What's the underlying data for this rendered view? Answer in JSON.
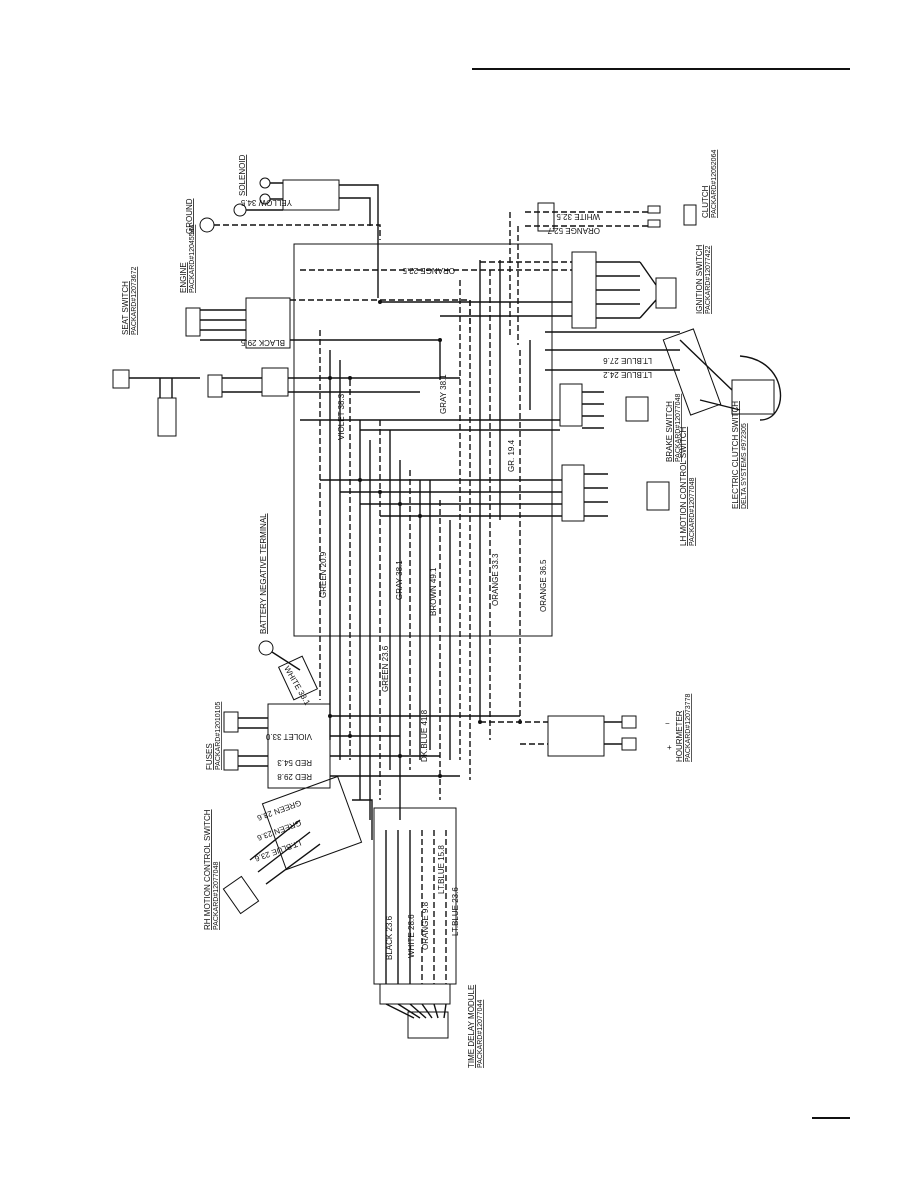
{
  "components": [
    {
      "id": "solenoid",
      "label": "SOLENOID"
    },
    {
      "id": "ground",
      "label": "GROUND"
    },
    {
      "id": "seat_switch",
      "label": "SEAT SWITCH",
      "part": "PACKARD#12073672"
    },
    {
      "id": "engine",
      "label": "ENGINE",
      "part": "PACKARD#12045544"
    },
    {
      "id": "battery_negative",
      "label": "BATTERY NEGATIVE TERMINAL"
    },
    {
      "id": "fuses",
      "label": "FUSES",
      "part": "PACKARD#12010105"
    },
    {
      "id": "rh_motion",
      "label": "RH MOTION CONTROL SWITCH",
      "part": "PACKARD#12077048"
    },
    {
      "id": "time_delay",
      "label": "TIME DELAY MODULE",
      "part": "PACKARD#12077044"
    },
    {
      "id": "clutch",
      "label": "CLUTCH",
      "part": "PACKARD#12052064"
    },
    {
      "id": "ignition",
      "label": "IGNITION SWITCH",
      "part": "PACKARD#12077422"
    },
    {
      "id": "brake",
      "label": "BRAKE SWITCH",
      "part": "PACKARD#12077048"
    },
    {
      "id": "electric_clutch",
      "label": "ELECTRIC CLUTCH SWITCH",
      "part": "DELTA SYSTEMS #972305"
    },
    {
      "id": "lh_motion",
      "label": "LH MOTION CONTROL SWITCH",
      "part": "PACKARD#12077048"
    },
    {
      "id": "hourmeter",
      "label": "HOURMETER",
      "part": "PACKARD#12073778"
    }
  ],
  "wires": [
    {
      "id": "w_yellow",
      "label": "YELLOW 34.5"
    },
    {
      "id": "w_white325",
      "label": "WHITE 32.5"
    },
    {
      "id": "w_orange527",
      "label": "ORANGE 52.7"
    },
    {
      "id": "w_orange225",
      "label": "ORANGE 22.5"
    },
    {
      "id": "w_black295",
      "label": "BLACK 29.5"
    },
    {
      "id": "w_ltblue276",
      "label": "LT.BLUE 27.6"
    },
    {
      "id": "w_ltblue242",
      "label": "LT.BLUE 24.2"
    },
    {
      "id": "w_gray381a",
      "label": "GRAY 38.1"
    },
    {
      "id": "w_violet383",
      "label": "VIOLET 38.3"
    },
    {
      "id": "w_gr194",
      "label": "GR. 19.4"
    },
    {
      "id": "w_green209",
      "label": "GREEN 20.9"
    },
    {
      "id": "w_gray381b",
      "label": "GRAY 38.1"
    },
    {
      "id": "w_brown491",
      "label": "BROWN 49.1"
    },
    {
      "id": "w_orange333",
      "label": "ORANGE 33.3"
    },
    {
      "id": "w_orange365",
      "label": "ORANGE 36.5"
    },
    {
      "id": "w_white331",
      "label": "WHITE 33.1"
    },
    {
      "id": "w_green236",
      "label": "GREEN 23.6"
    },
    {
      "id": "w_dkblue418",
      "label": "DK.BLUE 41.8"
    },
    {
      "id": "w_violet330",
      "label": "VIOLET 33.0"
    },
    {
      "id": "w_red543",
      "label": "RED 54.3"
    },
    {
      "id": "w_red298",
      "label": "RED 29.8"
    },
    {
      "id": "w_green236b",
      "label": "GREEN 23.6"
    },
    {
      "id": "w_green236c",
      "label": "GREEN 23.6"
    },
    {
      "id": "w_ltblue236a",
      "label": "LT.BLUE 23.6"
    },
    {
      "id": "w_black236",
      "label": "BLACK 23.6"
    },
    {
      "id": "w_white286",
      "label": "WHITE 28.6"
    },
    {
      "id": "w_orange98",
      "label": "ORANGE 9.8"
    },
    {
      "id": "w_ltblue158",
      "label": "LT.BLUE 15.8"
    },
    {
      "id": "w_ltblue236b",
      "label": "LT.BLUE 23.6"
    }
  ],
  "symbols": {
    "plus": "+",
    "minus": "−"
  }
}
